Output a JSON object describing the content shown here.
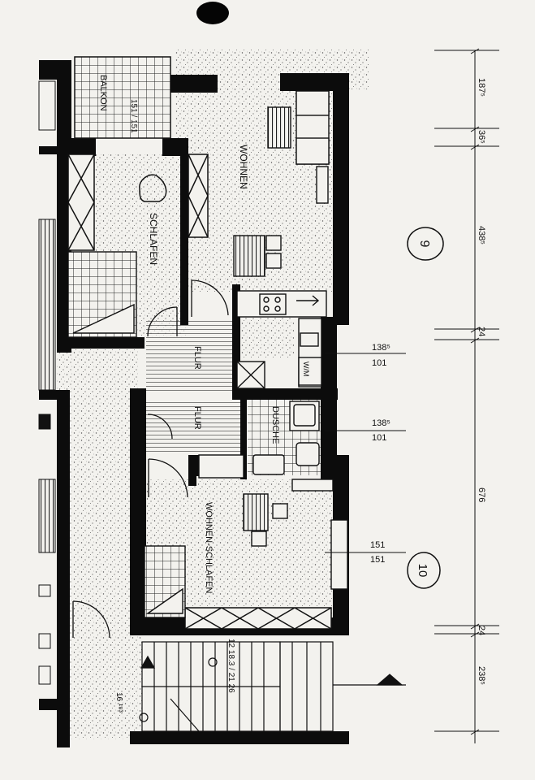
{
  "colors": {
    "paper": "#f3f2ee",
    "ink": "#111111",
    "speckle": "#555555"
  },
  "rooms": {
    "balkon": "BALKON",
    "balkon_dim": "151 / 151",
    "wohnen": "WOHNEN",
    "schlafen": "SCHLAFEN",
    "flur_upper": "FLUR",
    "flur_lower": "FLUR",
    "dusche": "DUSCHE",
    "wohnen_schlafen": "WOHNEN-SCHLAFEN",
    "wm": "W/M",
    "stair_note": "12 18.3 / 21 26",
    "stair_note2": "16 ¹⁸³"
  },
  "unit_markers": [
    "9",
    "10"
  ],
  "dimensions": {
    "right_chain": [
      "187⁵",
      "36⁵",
      "438⁵",
      "24",
      "676",
      "24",
      "238⁵"
    ],
    "window_1": {
      "top": "138⁵",
      "bottom": "101"
    },
    "window_2": {
      "top": "138⁵",
      "bottom": "101"
    },
    "window_3": {
      "top": "151",
      "bottom": "151"
    }
  }
}
